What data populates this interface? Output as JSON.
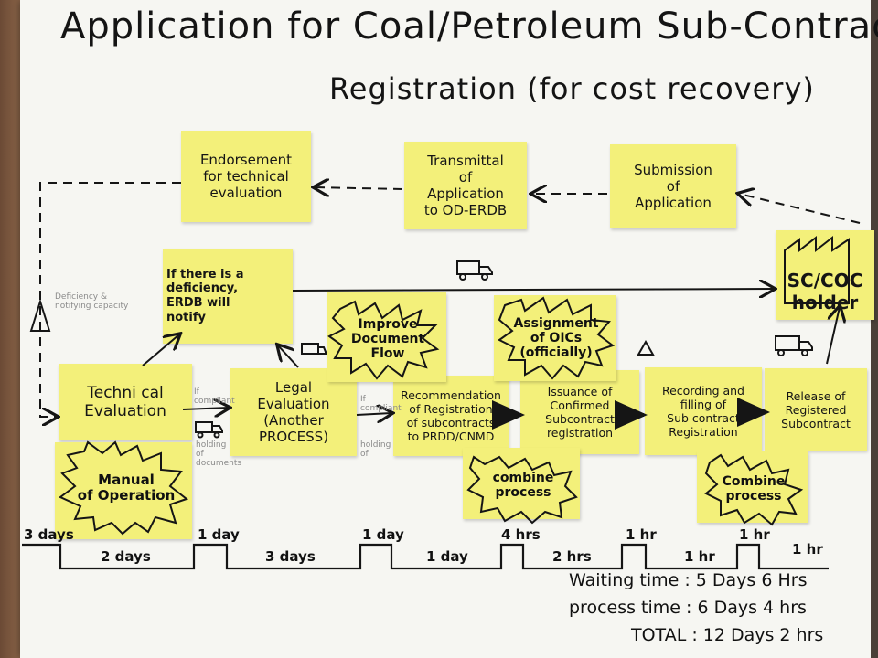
{
  "title": {
    "line1": "Application for Coal/Petroleum Sub-Contract",
    "line2": "Registration (for cost recovery)"
  },
  "top_row": {
    "endorsement": "Endorsement\nfor technical\nevaluation",
    "transmittal": "Transmittal\nof\nApplication\nto OD-ERDB",
    "submission": "Submission\nof\nApplication"
  },
  "holder": "SC/COC\nholder",
  "deficiency": "If there is a\ndeficiency,\nERDB will\nnotify",
  "process_steps": [
    {
      "label": "Techni cal\nEvaluation"
    },
    {
      "label": "Legal\nEvaluation\n(Another PROCESS)"
    },
    {
      "label": "Recommendation\nof Registration\nof subcontracts\nto PRDD/CNMD"
    },
    {
      "label": "Issuance of\nConfirmed\nSubcontract\nregistration"
    },
    {
      "label": "Recording and\nfilling of\nSub contract\nRegistration"
    },
    {
      "label": "Release of\nRegistered\nSubcontract"
    }
  ],
  "bursts": {
    "improve": "Improve\nDocument\nFlow",
    "assignment": "Assignment\nof OICs\n(officially)",
    "manual": "Manual\nof Operation",
    "combine1": "combine\nprocess",
    "combine2": "Combine\nprocess"
  },
  "faint_notes": {
    "left_vertical": "Deficiency &\nnotifying capacity",
    "compliant1": "If\ncompliant",
    "compliant2": "If\ncompliant",
    "sub1": "holding\nof\ndocuments",
    "sub2": "holding\nof"
  },
  "timeline": {
    "peak_labels": [
      "3 days",
      "1 day",
      "1 day",
      "4 hrs",
      "1 hr",
      "1 hr"
    ],
    "trough_labels": [
      "2 days",
      "3 days",
      "1 day",
      "2 hrs",
      "1 hr",
      "1 hr"
    ]
  },
  "summary": {
    "waiting": "Waiting time : 5 Days 6 Hrs",
    "process": "process time : 6 Days 4 hrs",
    "total": "TOTAL : 12 Days 2 hrs"
  },
  "colors": {
    "sticky": "#f3f07a",
    "paper": "#f6f6f2",
    "ink": "#151515"
  }
}
